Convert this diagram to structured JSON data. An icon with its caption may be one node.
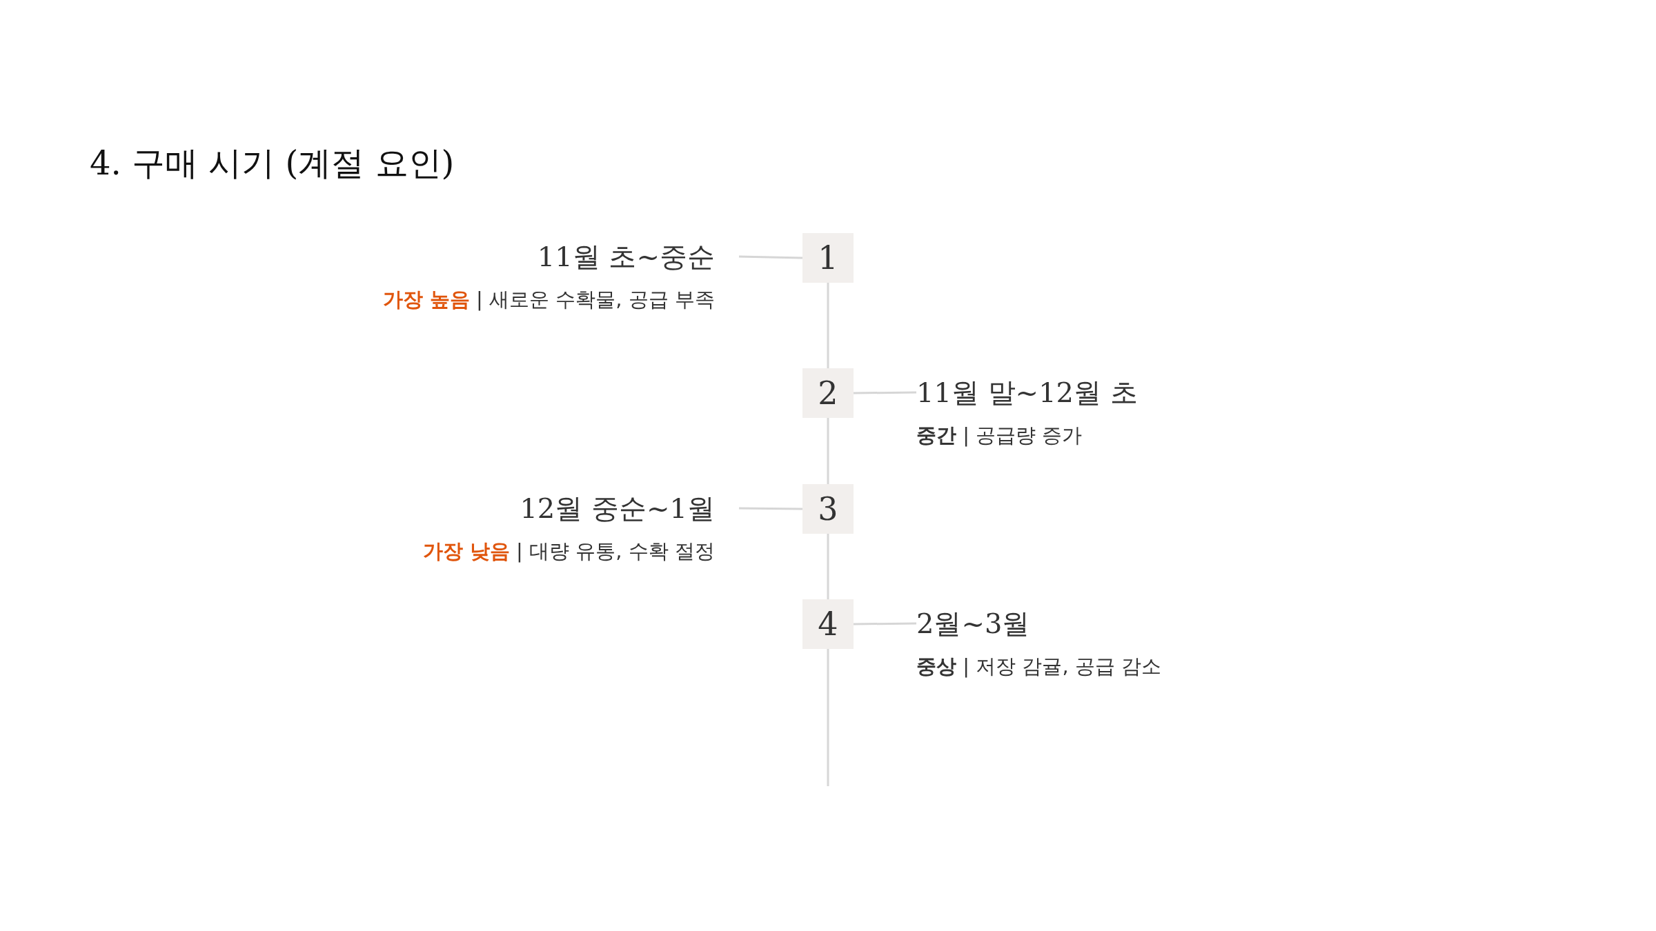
{
  "diagram": {
    "title": "4. 구매 시기 (계절 요인)",
    "nodes": [
      {
        "text": [
          "11월 초~중순",
          "**가장 높음** | 새로운 수확물, 공급 부족"
        ]
      },
      {
        "text": [
          "1"
        ]
      },
      {
        "text": [
          "2"
        ]
      },
      {
        "text": [
          "11월 말~12월 초",
          "**중간** | 공급량 증가"
        ]
      },
      {
        "text": [
          "12월 중순~1월",
          "**가장 낮음** | 대량 유통, 수확 절정"
        ]
      },
      {
        "text": [
          "3"
        ]
      },
      {
        "text": [
          "4"
        ]
      },
      {
        "text": [
          "2월~3월",
          "**중상** | 저장 감귤, 공급 감소"
        ]
      }
    ],
    "edges": [
      {
        "from": 0,
        "to": 1,
        "arrow": "none"
      },
      {
        "from": 1,
        "to": 2,
        "arrow": "none"
      },
      {
        "from": 2,
        "to": 3,
        "arrow": "none"
      },
      {
        "from": 2,
        "to": 5,
        "arrow": "none"
      },
      {
        "from": 4,
        "to": 5,
        "arrow": "none"
      },
      {
        "from": 5,
        "to": 6,
        "arrow": "none"
      },
      {
        "from": 6,
        "to": 7,
        "arrow": "none"
      },
      {
        "from": 6,
        "to": null,
        "arrow": "none"
      }
    ]
  }
}
